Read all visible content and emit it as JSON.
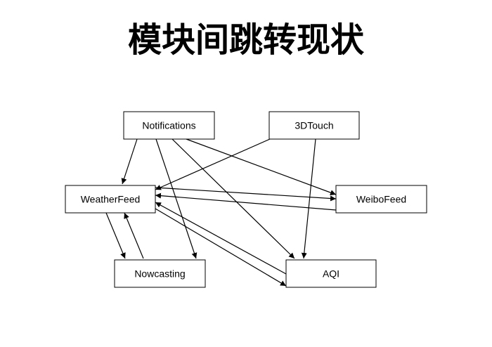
{
  "title": "模块间跳转现状",
  "colors": {
    "background": "#ffffff",
    "stroke": "#000000",
    "text": "#000000"
  },
  "nodes": [
    {
      "id": "notifications",
      "label": "Notifications"
    },
    {
      "id": "3dtouch",
      "label": "3DTouch"
    },
    {
      "id": "weatherfeed",
      "label": "WeatherFeed"
    },
    {
      "id": "weibofeed",
      "label": "WeiboFeed"
    },
    {
      "id": "nowcasting",
      "label": "Nowcasting"
    },
    {
      "id": "aqi",
      "label": "AQI"
    }
  ],
  "edges": [
    {
      "from": "notifications",
      "to": "weatherfeed"
    },
    {
      "from": "notifications",
      "to": "nowcasting"
    },
    {
      "from": "notifications",
      "to": "aqi"
    },
    {
      "from": "notifications",
      "to": "weibofeed"
    },
    {
      "from": "3dtouch",
      "to": "weatherfeed"
    },
    {
      "from": "3dtouch",
      "to": "aqi"
    },
    {
      "from": "weatherfeed",
      "to": "weibofeed"
    },
    {
      "from": "weibofeed",
      "to": "weatherfeed"
    },
    {
      "from": "weatherfeed",
      "to": "nowcasting"
    },
    {
      "from": "nowcasting",
      "to": "weatherfeed"
    },
    {
      "from": "weatherfeed",
      "to": "aqi"
    },
    {
      "from": "aqi",
      "to": "weatherfeed"
    }
  ]
}
